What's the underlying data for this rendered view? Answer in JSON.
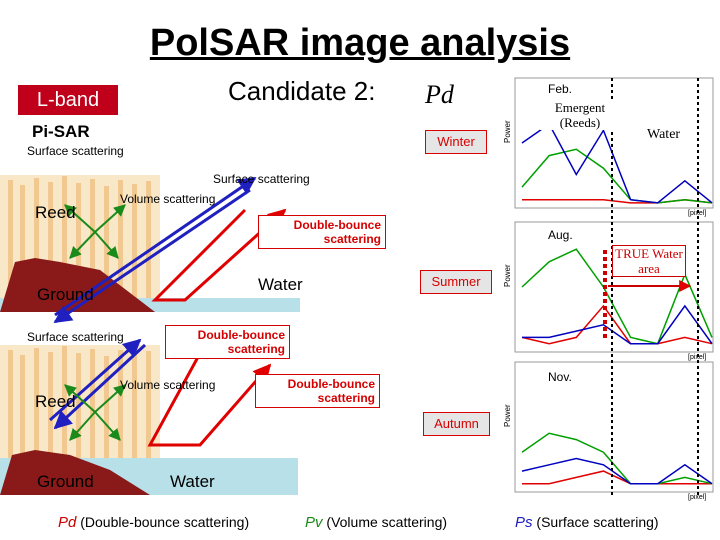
{
  "title": "PolSAR image analysis",
  "band_label": "L-band",
  "candidate_label": "Candidate 2:",
  "candidate_symbol": "Pd",
  "sensor_label": "Pi-SAR",
  "seasons": [
    "Winter",
    "Summer",
    "Autumn"
  ],
  "scattering": {
    "surface": "Surface scattering",
    "volume": "Volume scattering",
    "double": "Double-bounce scattering"
  },
  "scene": {
    "reed": "Reed",
    "ground": "Ground",
    "water": "Water"
  },
  "right_panel": {
    "emergent": "Emergent (Reeds)",
    "water": "Water",
    "true_water": "TRUE Water area",
    "months": [
      "Feb.",
      "Aug.",
      "Nov."
    ],
    "ylabel": "Power",
    "xlabel": "[pixel]"
  },
  "legend": {
    "pd_sym": "Pd",
    "pd_text": "(Double-bounce scattering)",
    "pv_sym": "Pv",
    "pv_text": "(Volume scattering)",
    "ps_sym": "Ps",
    "ps_text": "(Surface scattering)"
  },
  "chart_data": [
    {
      "type": "line",
      "title": "Feb.",
      "ylabel": "Power",
      "xlabel": "[pixel]",
      "xlim": [
        0,
        140
      ],
      "ylim": [
        0,
        0.2
      ],
      "x": [
        0,
        20,
        40,
        60,
        80,
        100,
        120,
        140
      ],
      "series": [
        {
          "color": "#e00000",
          "values": [
            0.01,
            0.01,
            0.01,
            0.01,
            0.005,
            0.005,
            0.01,
            0.005
          ]
        },
        {
          "color": "#00a000",
          "values": [
            0.03,
            0.08,
            0.09,
            0.06,
            0.01,
            0.005,
            0.01,
            0.005
          ]
        },
        {
          "color": "#0000c0",
          "values": [
            0.1,
            0.13,
            0.05,
            0.12,
            0.01,
            0.005,
            0.04,
            0.005
          ]
        }
      ]
    },
    {
      "type": "line",
      "title": "Aug.",
      "ylabel": "Power",
      "xlabel": "[pixel]",
      "xlim": [
        0,
        140
      ],
      "ylim": [
        0,
        0.2
      ],
      "x": [
        0,
        20,
        40,
        60,
        80,
        100,
        120,
        140
      ],
      "series": [
        {
          "color": "#e00000",
          "values": [
            0.02,
            0.01,
            0.02,
            0.07,
            0.01,
            0.01,
            0.02,
            0.01
          ]
        },
        {
          "color": "#00a000",
          "values": [
            0.1,
            0.14,
            0.16,
            0.1,
            0.02,
            0.01,
            0.12,
            0.02
          ]
        },
        {
          "color": "#0000c0",
          "values": [
            0.02,
            0.02,
            0.03,
            0.04,
            0.01,
            0.01,
            0.07,
            0.01
          ]
        }
      ]
    },
    {
      "type": "line",
      "title": "Nov.",
      "ylabel": "Power",
      "xlabel": "[pixel]",
      "xlim": [
        0,
        140
      ],
      "ylim": [
        0,
        0.2
      ],
      "x": [
        0,
        20,
        40,
        60,
        80,
        100,
        120,
        140
      ],
      "series": [
        {
          "color": "#e00000",
          "values": [
            0.01,
            0.01,
            0.02,
            0.03,
            0.01,
            0.01,
            0.01,
            0.01
          ]
        },
        {
          "color": "#00a000",
          "values": [
            0.06,
            0.09,
            0.08,
            0.06,
            0.01,
            0.01,
            0.02,
            0.01
          ]
        },
        {
          "color": "#0000c0",
          "values": [
            0.03,
            0.04,
            0.05,
            0.04,
            0.01,
            0.01,
            0.04,
            0.01
          ]
        }
      ]
    }
  ]
}
